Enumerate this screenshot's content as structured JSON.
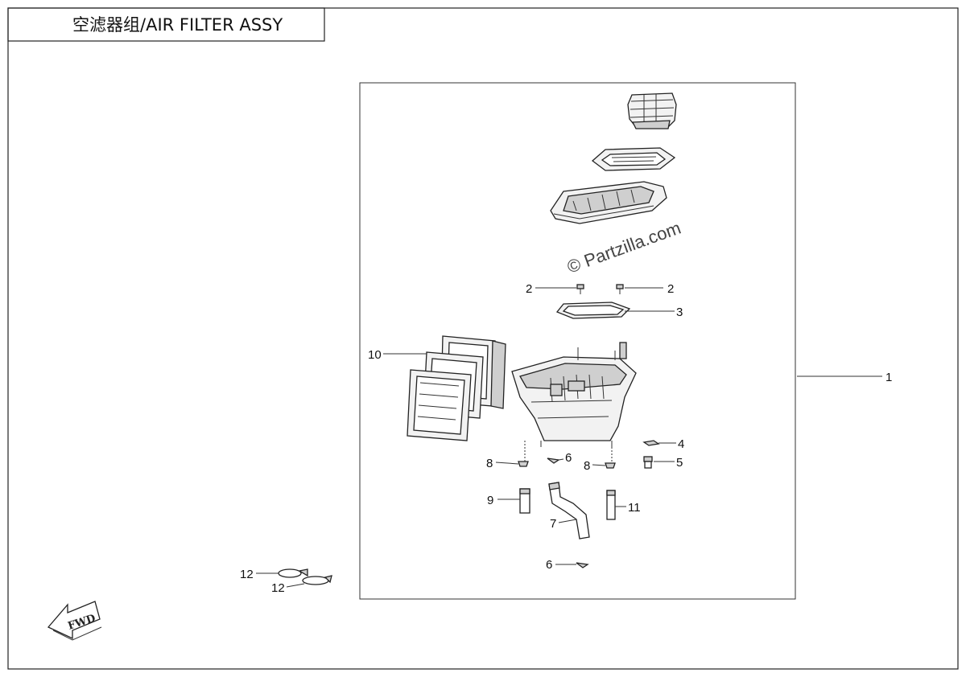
{
  "title": "空滤器组/AIR FILTER  ASSY",
  "watermark": "© Partzilla.com",
  "fwd_label": "FWD",
  "callouts": [
    {
      "id": "c1",
      "text": "1"
    },
    {
      "id": "c2a",
      "text": "2"
    },
    {
      "id": "c2b",
      "text": "2"
    },
    {
      "id": "c3",
      "text": "3"
    },
    {
      "id": "c4",
      "text": "4"
    },
    {
      "id": "c5",
      "text": "5"
    },
    {
      "id": "c6a",
      "text": "6"
    },
    {
      "id": "c6b",
      "text": "6"
    },
    {
      "id": "c7",
      "text": "7"
    },
    {
      "id": "c8a",
      "text": "8"
    },
    {
      "id": "c8b",
      "text": "8"
    },
    {
      "id": "c9",
      "text": "9"
    },
    {
      "id": "c10",
      "text": "10"
    },
    {
      "id": "c11",
      "text": "11"
    },
    {
      "id": "c12a",
      "text": "12"
    },
    {
      "id": "c12b",
      "text": "12"
    }
  ]
}
